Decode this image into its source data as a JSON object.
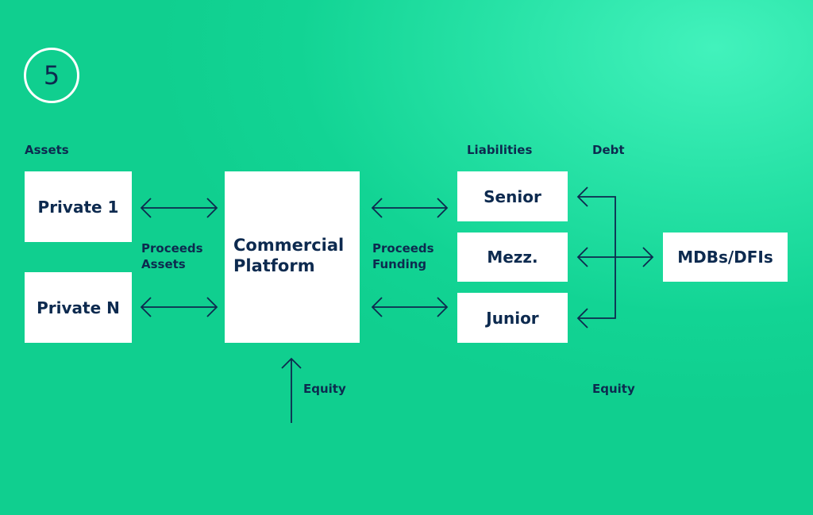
{
  "step_number": "5",
  "labels": {
    "assets": "Assets",
    "liabilities": "Liabilities",
    "debt": "Debt",
    "proceeds_assets_1": "Proceeds",
    "proceeds_assets_2": "Assets",
    "proceeds_funding_1": "Proceeds",
    "proceeds_funding_2": "Funding",
    "equity_left": "Equity",
    "equity_right": "Equity"
  },
  "boxes": {
    "private_1": "Private 1",
    "private_n": "Private N",
    "platform_1": "Commercial",
    "platform_2": "Platform",
    "senior": "Senior",
    "mezz": "Mezz.",
    "junior": "Junior",
    "mdbs": "MDBs/DFIs"
  },
  "colors": {
    "background": "#12d494",
    "text": "#0d2a4f",
    "box": "#ffffff"
  }
}
